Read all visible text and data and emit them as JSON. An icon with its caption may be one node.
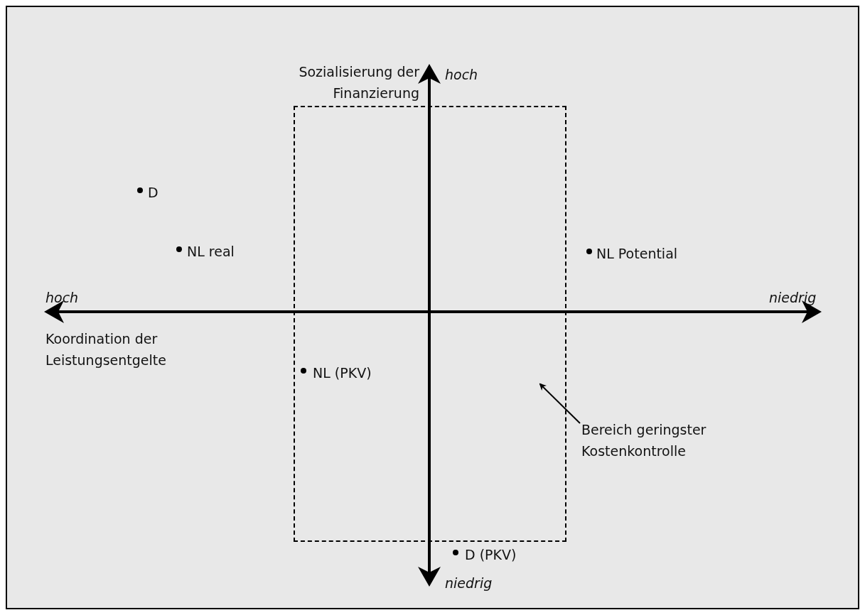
{
  "diagram": {
    "nodes": [
      {
        "text": [],
        "shape": "box"
      },
      {
        "text": [
          "Bereich geringster Kostenkontrolle"
        ]
      }
    ],
    "edges": [
      {
        "from": 1,
        "to": 0,
        "arrow": "to"
      }
    ],
    "labels": [
      "Sozialisierung der Finanzierung",
      "hoch",
      "D",
      "NL real",
      "NL Potential",
      "hoch",
      "niedrig",
      "Koordination der Leistungsentgelte",
      "NL (PKV)",
      "D (PKV)",
      "niedrig"
    ]
  }
}
